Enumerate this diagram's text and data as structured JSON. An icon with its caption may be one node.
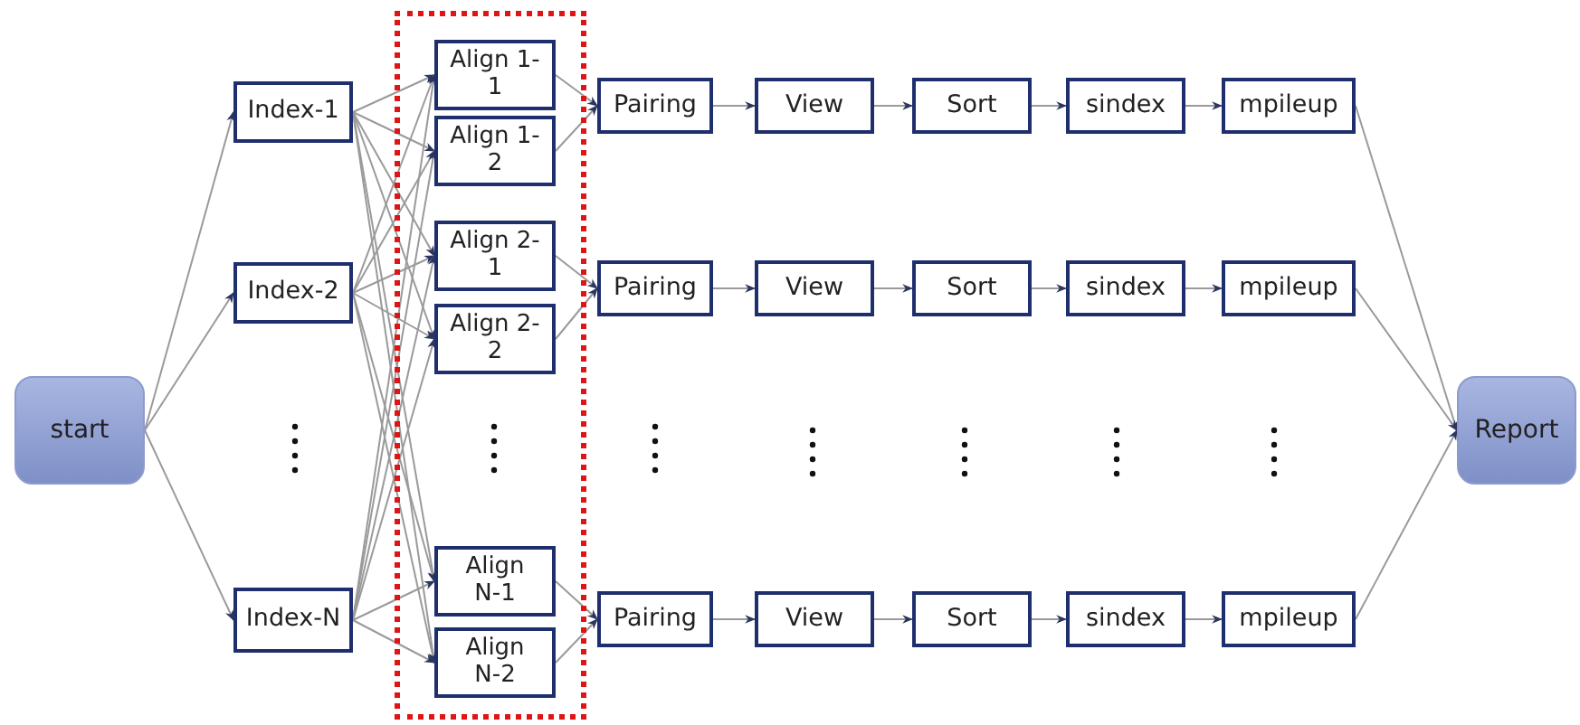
{
  "diagram": {
    "nodes": [
      {
        "text": [
          "start"
        ]
      },
      {
        "text": [
          "Index-1"
        ]
      },
      {
        "text": [
          "Index-2"
        ]
      },
      {
        "text": [
          "Index-N"
        ]
      },
      {
        "text": [],
        "shape": "box"
      },
      {
        "text": [
          "Align 1-1"
        ],
        "in": 4
      },
      {
        "text": [
          "Align 1-2"
        ],
        "in": 4
      },
      {
        "text": [
          "Align 2-1"
        ],
        "in": 4
      },
      {
        "text": [
          "Align 2-2"
        ],
        "in": 4
      },
      {
        "text": [
          "Align N-1"
        ],
        "in": 4
      },
      {
        "text": [
          "Align N-2"
        ],
        "in": 4
      },
      {
        "text": [
          "Pairing"
        ]
      },
      {
        "text": [
          "View"
        ]
      },
      {
        "text": [
          "Sort"
        ]
      },
      {
        "text": [
          "sindex"
        ]
      },
      {
        "text": [
          "mpileup"
        ]
      },
      {
        "text": [
          "Pairing"
        ]
      },
      {
        "text": [
          "View"
        ]
      },
      {
        "text": [
          "Sort"
        ]
      },
      {
        "text": [
          "sindex"
        ]
      },
      {
        "text": [
          "mpileup"
        ]
      },
      {
        "text": [
          "Pairing"
        ]
      },
      {
        "text": [
          "View"
        ]
      },
      {
        "text": [
          "Sort"
        ]
      },
      {
        "text": [
          "sindex"
        ]
      },
      {
        "text": [
          "mpileup"
        ]
      },
      {
        "text": [
          "Report"
        ]
      }
    ],
    "edges": [
      {
        "from": 0,
        "to": 1,
        "arrow": "to"
      },
      {
        "from": 0,
        "to": 2,
        "arrow": "to"
      },
      {
        "from": 0,
        "to": 3,
        "arrow": "to"
      },
      {
        "from": 1,
        "to": 5,
        "arrow": "to"
      },
      {
        "from": 1,
        "to": 6,
        "arrow": "to"
      },
      {
        "from": 1,
        "to": 7,
        "arrow": "to"
      },
      {
        "from": 1,
        "to": 8,
        "arrow": "to"
      },
      {
        "from": 1,
        "to": 9,
        "arrow": "to"
      },
      {
        "from": 1,
        "to": 10,
        "arrow": "to"
      },
      {
        "from": 2,
        "to": 5,
        "arrow": "to"
      },
      {
        "from": 2,
        "to": 6,
        "arrow": "to"
      },
      {
        "from": 2,
        "to": 7,
        "arrow": "to"
      },
      {
        "from": 2,
        "to": 8,
        "arrow": "to"
      },
      {
        "from": 2,
        "to": 9,
        "arrow": "to"
      },
      {
        "from": 2,
        "to": 10,
        "arrow": "to"
      },
      {
        "from": 3,
        "to": 5,
        "arrow": "to"
      },
      {
        "from": 3,
        "to": 6,
        "arrow": "to"
      },
      {
        "from": 3,
        "to": 7,
        "arrow": "to"
      },
      {
        "from": 3,
        "to": 8,
        "arrow": "to"
      },
      {
        "from": 3,
        "to": 9,
        "arrow": "to"
      },
      {
        "from": 3,
        "to": 10,
        "arrow": "to"
      },
      {
        "from": 5,
        "to": 11,
        "arrow": "to"
      },
      {
        "from": 6,
        "to": 11,
        "arrow": "to"
      },
      {
        "from": 7,
        "to": 16,
        "arrow": "to"
      },
      {
        "from": 8,
        "to": 16,
        "arrow": "to"
      },
      {
        "from": 9,
        "to": 21,
        "arrow": "to"
      },
      {
        "from": 10,
        "to": 21,
        "arrow": "to"
      },
      {
        "from": 11,
        "to": 12,
        "arrow": "to"
      },
      {
        "from": 12,
        "to": 13,
        "arrow": "to"
      },
      {
        "from": 13,
        "to": 14,
        "arrow": "to"
      },
      {
        "from": 14,
        "to": 15,
        "arrow": "to"
      },
      {
        "from": 16,
        "to": 17,
        "arrow": "to"
      },
      {
        "from": 17,
        "to": 18,
        "arrow": "to"
      },
      {
        "from": 18,
        "to": 19,
        "arrow": "to"
      },
      {
        "from": 19,
        "to": 20,
        "arrow": "to"
      },
      {
        "from": 21,
        "to": 22,
        "arrow": "to"
      },
      {
        "from": 22,
        "to": 23,
        "arrow": "to"
      },
      {
        "from": 23,
        "to": 24,
        "arrow": "to"
      },
      {
        "from": 24,
        "to": 25,
        "arrow": "to"
      },
      {
        "from": 15,
        "to": 26,
        "arrow": "to"
      },
      {
        "from": 20,
        "to": 26,
        "arrow": "to"
      },
      {
        "from": 25,
        "to": 26,
        "arrow": "to"
      }
    ]
  }
}
